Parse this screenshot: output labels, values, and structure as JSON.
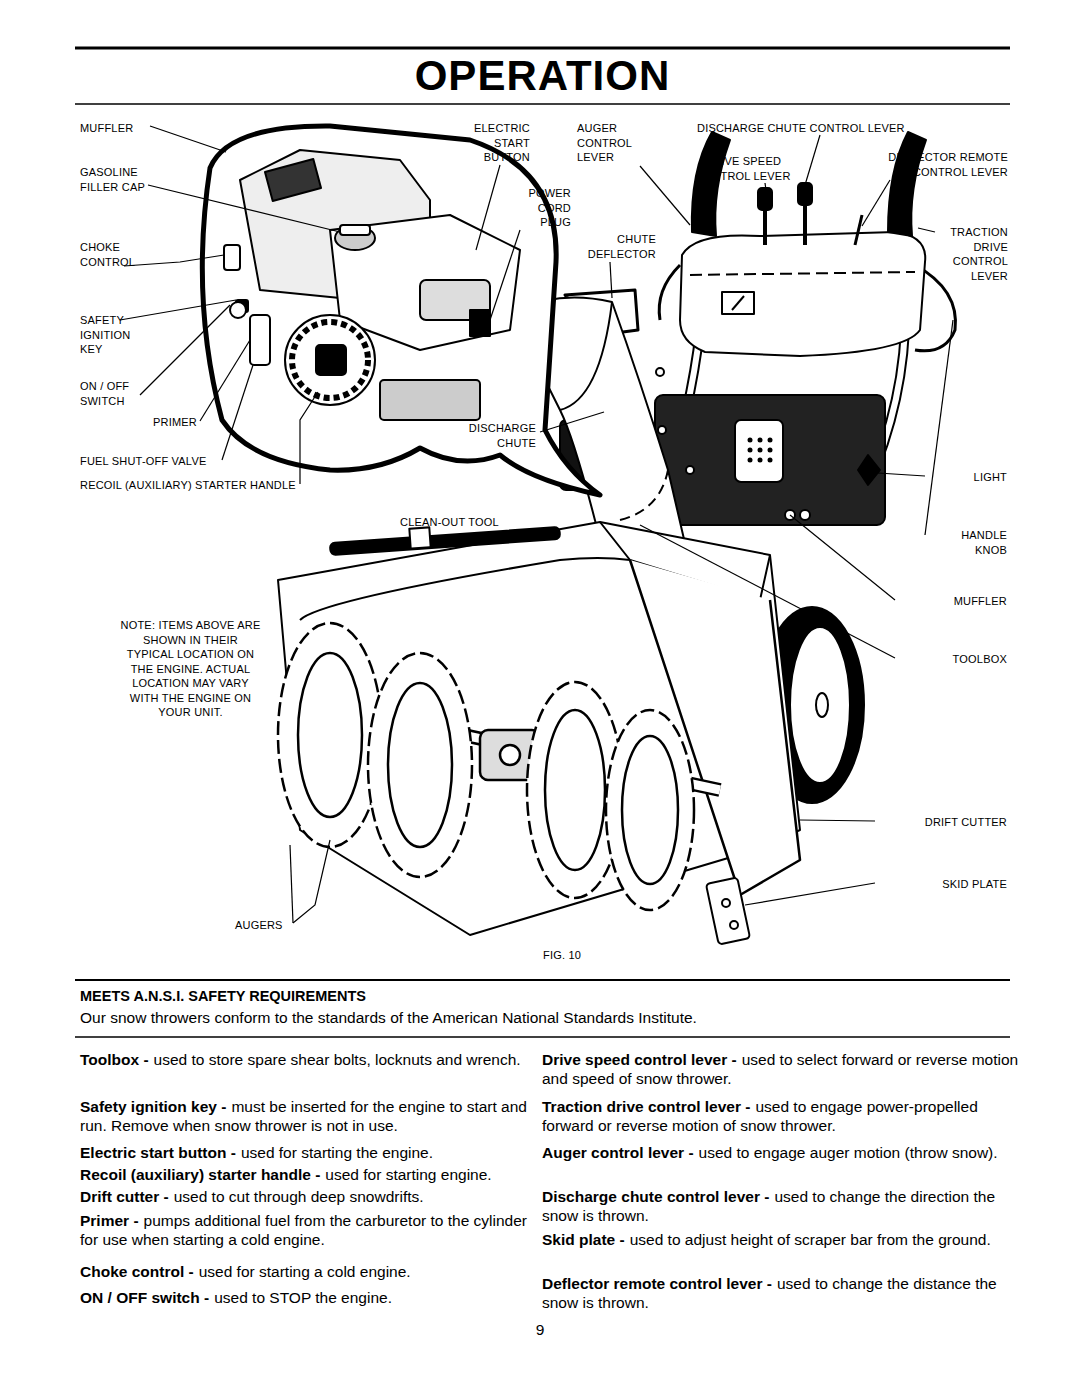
{
  "diagram": {
    "title": "OPERATION",
    "caption": "FIG. 10",
    "labels": [
      "MUFFLER",
      "GASOLINE FILLER CAP",
      "CHOKE CONTROL",
      "SAFETY IGNITION KEY",
      "ON / OFF SWITCH",
      "PRIMER",
      "FUEL SHUT-OFF VALVE",
      "RECOIL (AUXILIARY) STARTER HANDLE",
      "NOTE: ITEMS ABOVE ARE SHOWN IN THEIR TYPICAL LOCATION ON THE ENGINE. ACTUAL LOCATION MAY VARY WITH THE ENGINE ON YOUR UNIT.",
      "AUGERS",
      "ELECTRIC START BUTTON",
      "POWER CORD PLUG",
      "CHUTE DEFLECTOR",
      "DISCHARGE CHUTE",
      "CLEAN-OUT TOOL",
      "AUGER CONTROL LEVER",
      "DRIVE SPEED CONTROL LEVER",
      "DISCHARGE CHUTE CONTROL LEVER",
      "DEFLECTOR REMOTE CONTROL LEVER",
      "TRACTION DRIVE CONTROL LEVER",
      "LIGHT",
      "HANDLE KNOB",
      "MUFFLER",
      "TOOLBOX",
      "DRIFT CUTTER",
      "SKID PLATE",
      "MEETS A.N.S.I. SAFETY REQUIREMENTS",
      "Our snow throwers conform to the standards of the American National Standards Institute.",
      "Toolbox -",
      "used to store spare shear bolts, locknuts and wrench.",
      "Safety ignition key -",
      "must be inserted for the engine to start and run. Remove when snow thrower is not in use.",
      "Electric start button -",
      "used for starting the engine.",
      "Recoil (auxiliary) starter handle -",
      "used for starting engine.",
      "Drift cutter -",
      "used to cut through deep snowdrifts.",
      "Primer -",
      "pumps additional fuel from the carburetor to the cylinder for use when starting a cold engine.",
      "Choke control -",
      "used for starting a cold engine.",
      "ON / OFF switch -",
      "used to STOP the engine.",
      "Drive speed control lever -",
      "used to select forward or reverse motion and speed of snow thrower.",
      "Traction drive control lever -",
      "used to engage power-propelled forward or reverse motion of snow thrower.",
      "Auger control lever -",
      "used to engage auger motion (throw snow).",
      "Discharge chute control lever -",
      "used to change the direction the snow is thrown.",
      "Skid plate -",
      "used to adjust height of scraper bar from the ground.",
      "Deflector remote control lever -",
      "used to change the distance the snow is thrown.",
      "9"
    ]
  }
}
